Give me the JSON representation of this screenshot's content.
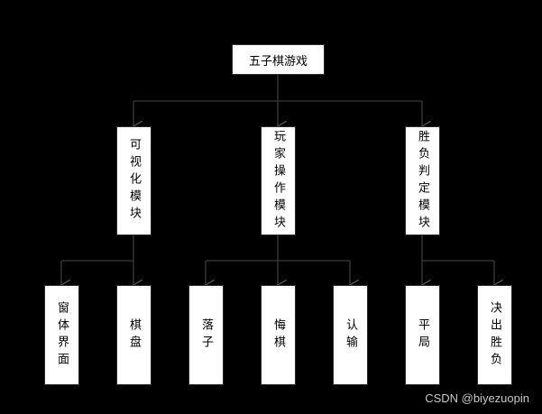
{
  "diagram": {
    "root": {
      "label": "五子棋游戏"
    },
    "modules": [
      {
        "label": "可视化模块",
        "children": [
          {
            "label": "窗体界面"
          },
          {
            "label": "棋盘"
          }
        ]
      },
      {
        "label": "玩家操作模块",
        "children": [
          {
            "label": "落子"
          },
          {
            "label": "悔棋"
          },
          {
            "label": "认输"
          }
        ]
      },
      {
        "label": "胜负判定模块",
        "children": [
          {
            "label": "平局"
          },
          {
            "label": "决出胜负"
          }
        ]
      }
    ]
  },
  "watermark": "CSDN @biyezuopin",
  "colors": {
    "background": "#000000",
    "box_fill": "#ffffff",
    "connector": "#3a3a3a",
    "text": "#000000",
    "watermark": "#c8c8c8"
  }
}
